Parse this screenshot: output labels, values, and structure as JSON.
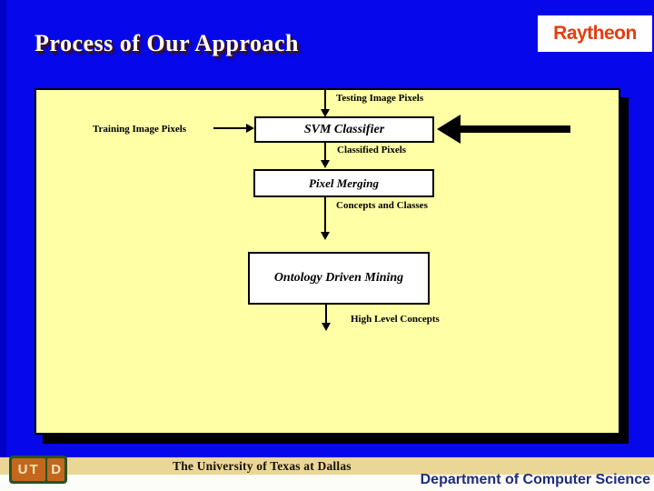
{
  "slide": {
    "title": "Process of Our Approach",
    "raytheon_logo": "Raytheon"
  },
  "diagram": {
    "testing_label": "Testing Image Pixels",
    "training_label": "Training Image Pixels",
    "classified_label": "Classified Pixels",
    "concepts_label": "Concepts and Classes",
    "high_level_label": "High Level Concepts",
    "svm_box": "SVM Classifier",
    "pixel_merging_box": "Pixel Merging",
    "ontology_box": "Ontology Driven Mining"
  },
  "footer": {
    "utd_ut": "UT",
    "utd_d": "D",
    "university": "The University of Texas at Dallas",
    "department": "Department of Computer Science"
  },
  "colors": {
    "background_blue": "#0707ec",
    "panel_yellow": "#ffffa6",
    "footer_tan": "#ebd795",
    "raytheon_red": "#e73b0e",
    "department_navy": "#1f2c7c",
    "utd_orange": "#c4671c",
    "utd_green": "#265427",
    "title_white": "#ffffff"
  }
}
